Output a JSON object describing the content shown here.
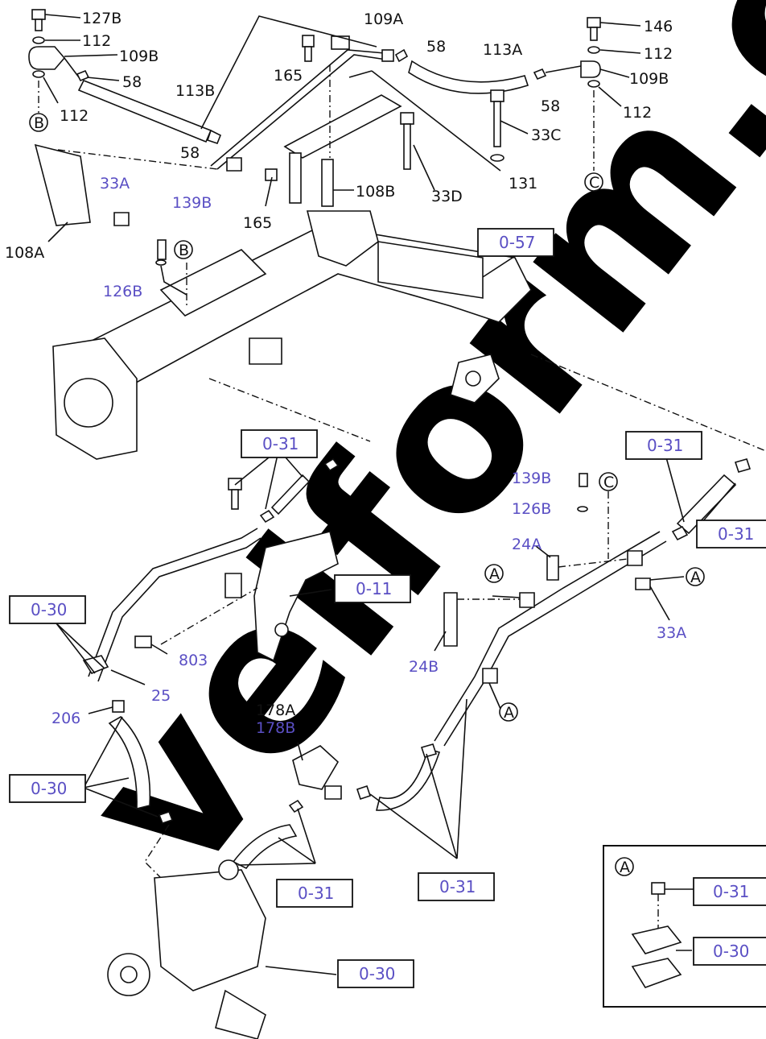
{
  "labels": {
    "l127B": "127B",
    "l112a": "112",
    "l109Ba": "109B",
    "l58a": "58",
    "l112b": "112",
    "l113B": "113B",
    "l58b": "58",
    "l109A": "109A",
    "l58c": "58",
    "l165a": "165",
    "l113A": "113A",
    "l146": "146",
    "l112c": "112",
    "l109Bb": "109B",
    "l58d": "58",
    "l112d": "112",
    "l33C": "33C",
    "l33D": "33D",
    "l131": "131",
    "l108B": "108B",
    "l165b": "165",
    "l33Aa": "33A",
    "l139Ba": "139B",
    "l108A": "108A",
    "l126Ba": "126B",
    "l139Bb": "139B",
    "l126Bb": "126B",
    "l24A": "24A",
    "l33Ab": "33A",
    "l24B": "24B",
    "l803": "803",
    "l25": "25",
    "l206": "206",
    "l178A": "178A",
    "l178B": "178B"
  },
  "circled": {
    "cB1": "B",
    "cB2": "B",
    "cC1": "C",
    "cC2": "C",
    "cA1": "A",
    "cA2": "A",
    "cA3": "A",
    "cA4": "A"
  },
  "ref_boxes": {
    "r057": "0-57",
    "r031a": "0-31",
    "r031b": "0-31",
    "r031c": "0-31",
    "r011": "0-11",
    "r030a": "0-30",
    "r030b": "0-30",
    "r031d": "0-31",
    "r031e": "0-31",
    "r031f": "0-31",
    "r030c": "0-30",
    "r030d": "0-30"
  },
  "watermark": "velform.co",
  "colors": {
    "ink": "#111111",
    "ref": "#5a4fc4"
  }
}
